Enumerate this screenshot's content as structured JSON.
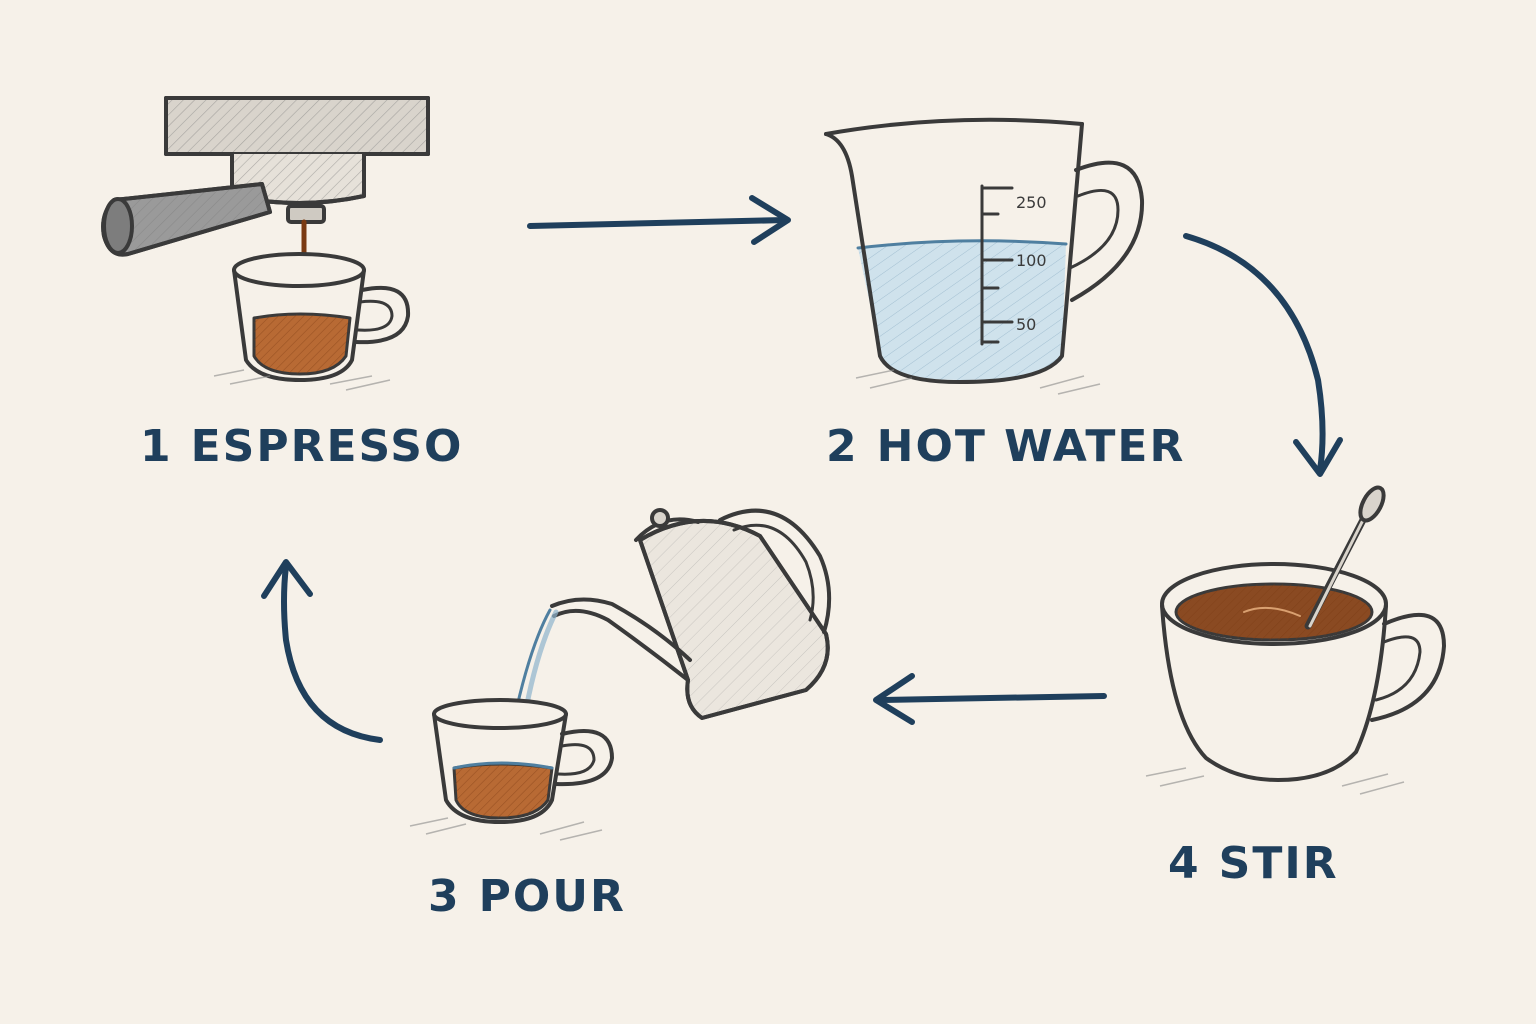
{
  "steps": [
    {
      "number": "1",
      "label": "ESPRESSO"
    },
    {
      "number": "2",
      "label": "HOT WATER"
    },
    {
      "number": "3",
      "label": "POUR"
    },
    {
      "number": "4",
      "label": "STIR"
    }
  ],
  "measuring_cup": {
    "ticks": [
      "250",
      "100",
      "50"
    ]
  },
  "colors": {
    "background": "#f6f1e9",
    "label_ink": "#1f3f5c",
    "arrow_ink": "#1f3f5c",
    "line_ink": "#3a3a3a",
    "espresso": "#a0521f",
    "water": "#c7dde8",
    "coffee_surface": "#6b3a1c"
  },
  "icons": [
    "espresso-machine-icon",
    "measuring-cup-icon",
    "kettle-icon",
    "cup-with-spoon-icon"
  ]
}
